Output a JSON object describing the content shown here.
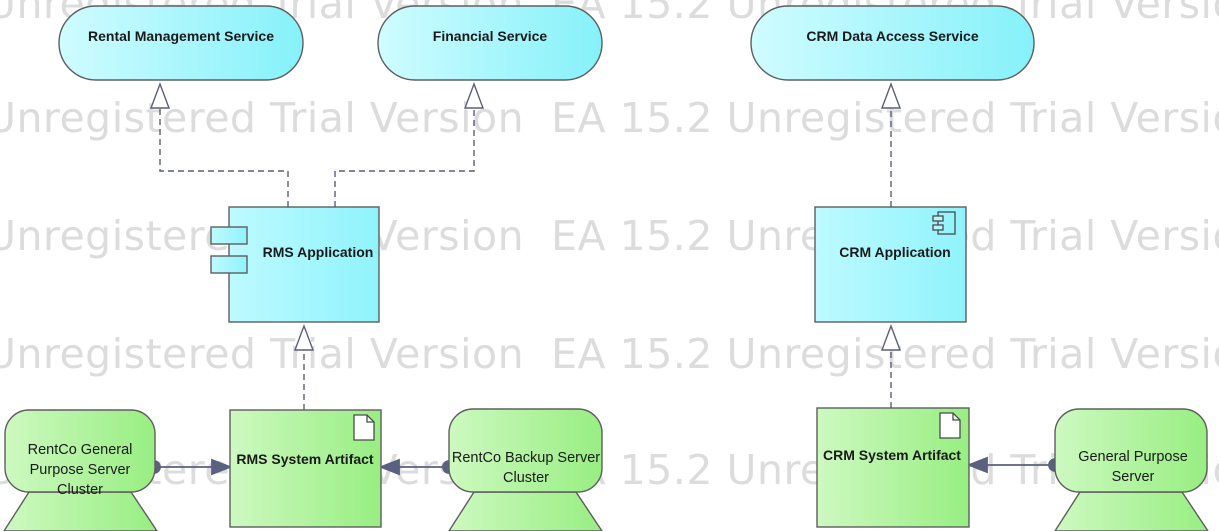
{
  "watermark": "Unregistered Trial Version  EA 15.2 Unregistered Trial Version  EA 15.2 Unregistered Trial Version",
  "colors": {
    "service_fill_left": "#c4fbff",
    "service_fill_right": "#8ef3fb",
    "component_fill": "#a4f6ff",
    "node_fill": "#b6f5a4",
    "border": "#5e5e5e",
    "connector": "#5a5e7a"
  },
  "services": {
    "rental": "Rental Management Service",
    "financial": "Financial Service",
    "crm_data_access": "CRM Data Access Service"
  },
  "components": {
    "rms_app": "RMS Application",
    "crm_app": "CRM Application"
  },
  "artifacts": {
    "rms_artifact": "RMS System Artifact",
    "crm_artifact": "CRM System Artifact"
  },
  "nodes": {
    "rentco_general": "RentCo General Purpose Server Cluster",
    "rentco_backup": "RentCo Backup Server Cluster",
    "general_purpose": "General Purpose Server"
  },
  "icons": {
    "component": "component-icon",
    "artifact": "document-icon"
  }
}
